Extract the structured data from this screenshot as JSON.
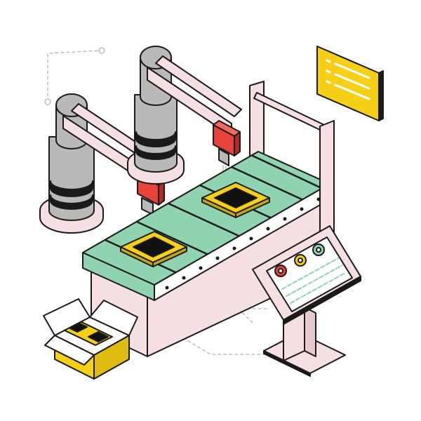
{
  "illustration": {
    "subject": "automated-assembly-line",
    "palette": {
      "outline": "#1a1a1a",
      "belt_green": "#8fd3b0",
      "belt_dark": "#2b2b2b",
      "arm_pink": "#f6dfe3",
      "arm_grey": "#b9b9b9",
      "gripper_red": "#e8433a",
      "chip_yellow": "#f5d017",
      "chip_black": "#111111",
      "panel_pink": "#f6dfe3",
      "screen_teal": "#8fd3b0",
      "dashed_line": "#b5b5b5"
    },
    "icons": [
      "robot-arm-left",
      "robot-arm-right",
      "conveyor-belt",
      "chip-on-belt",
      "gate-frame",
      "control-kiosk",
      "list-sign",
      "parts-box"
    ]
  }
}
